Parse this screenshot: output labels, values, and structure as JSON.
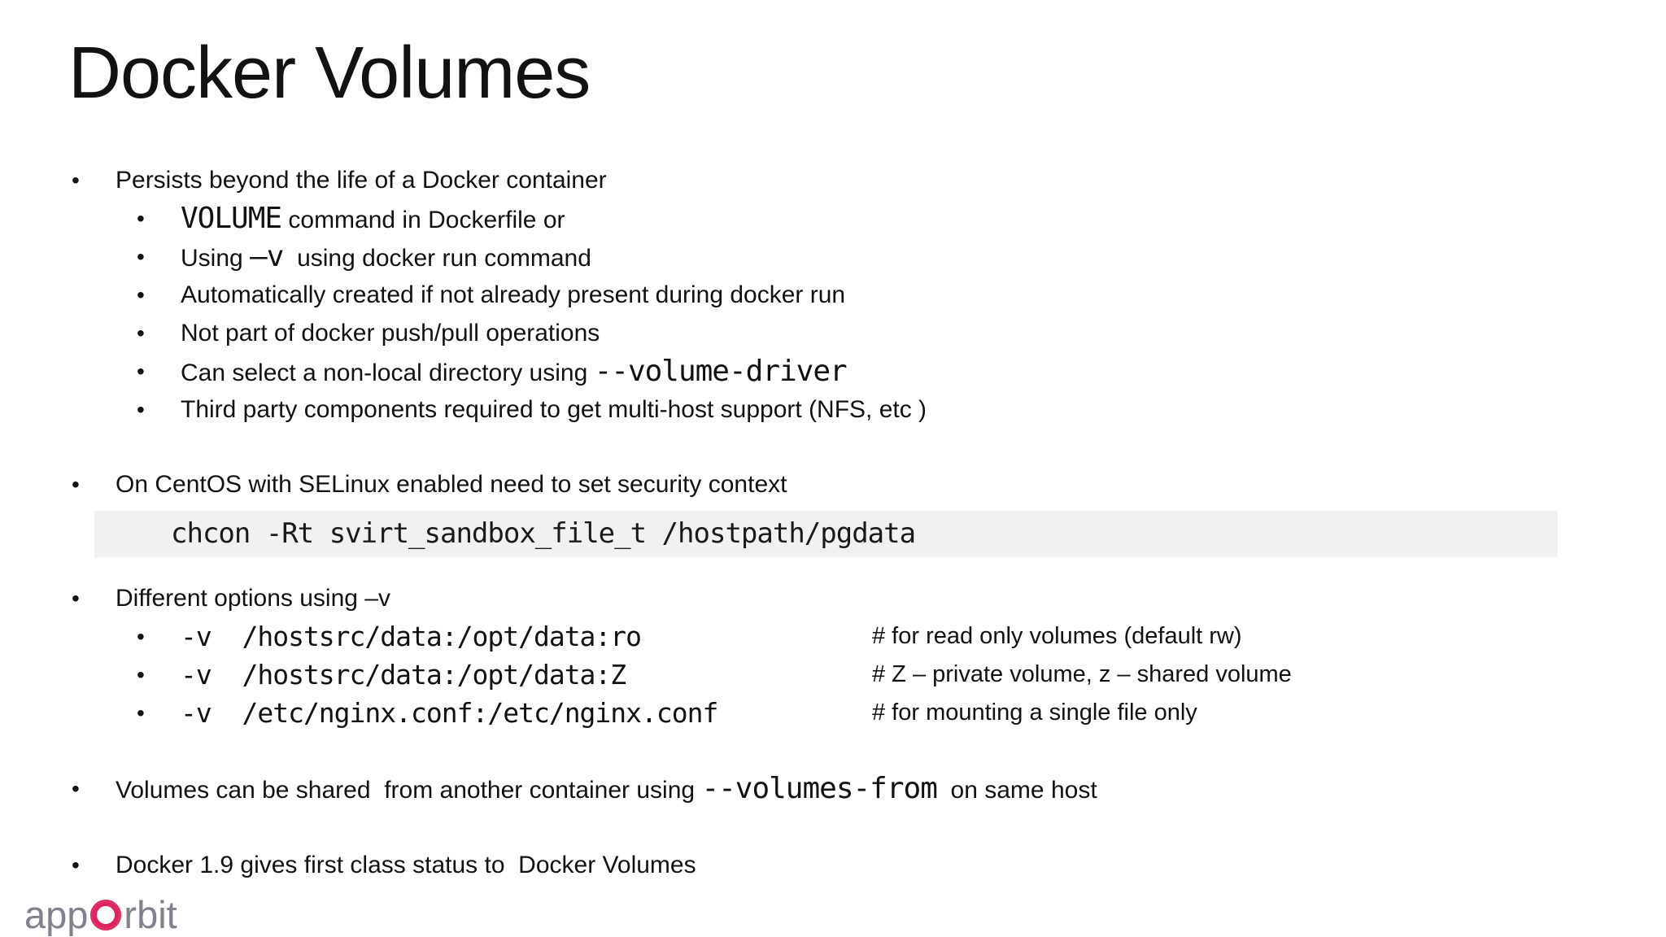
{
  "title": "Docker Volumes",
  "bullet_char": "•",
  "colors": {
    "code_block_bg": "#f1f1f0",
    "logo_gray": "#837f8b",
    "logo_pink": "#df2560",
    "text": "#121212"
  },
  "sections": {
    "persists": {
      "heading": "Persists beyond the life of a Docker container",
      "items": [
        {
          "pre": "",
          "code": "VOLUME",
          "post": " command in Dockerfile or"
        },
        {
          "pre": "Using ",
          "code": "–v",
          "post": "  using docker run command"
        },
        {
          "pre": "Automatically created if not already present during docker run",
          "code": "",
          "post": ""
        },
        {
          "pre": "Not part of docker push/pull operations",
          "code": "",
          "post": ""
        },
        {
          "pre": "Can select a non-local directory using ",
          "code": "--volume-driver",
          "post": ""
        },
        {
          "pre": "Third party components required to get multi-host support (NFS, etc )",
          "code": "",
          "post": ""
        }
      ]
    },
    "selinux": {
      "heading": "On CentOS with SELinux enabled need to set security context",
      "command": "chcon -Rt svirt_sandbox_file_t /hostpath/pgdata"
    },
    "options": {
      "heading": "Different options using –v",
      "items": [
        {
          "code": "-v  /hostsrc/data:/opt/data:ro",
          "comment": "# for read only volumes (default rw)"
        },
        {
          "code": "-v  /hostsrc/data:/opt/data:Z",
          "comment": "# Z – private volume, z – shared volume"
        },
        {
          "code": "-v  /etc/nginx.conf:/etc/nginx.conf",
          "comment": "# for mounting a single file only"
        }
      ]
    },
    "sharing": {
      "pre": "Volumes can be shared  from another container using ",
      "code": "--volumes-from",
      "post": "  on same host"
    },
    "docker19": {
      "heading": "Docker 1.9 gives first class status to  Docker Volumes"
    }
  },
  "logo": {
    "pre": "app",
    "post": "rbit"
  }
}
